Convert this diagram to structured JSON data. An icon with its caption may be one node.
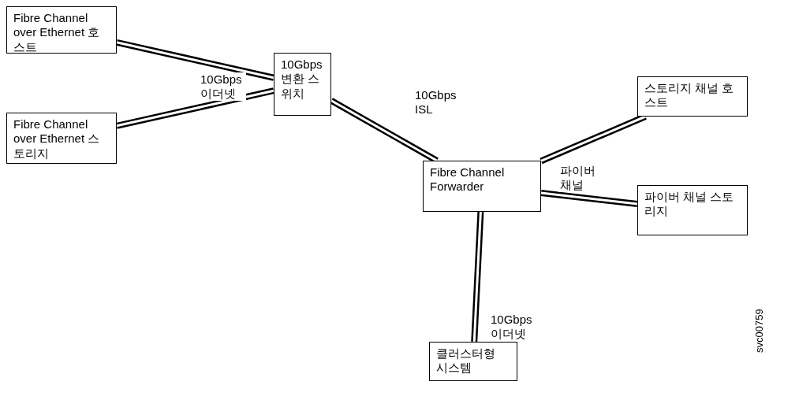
{
  "diagram": {
    "nodes": [
      {
        "text": [
          "Fibre Channel over Ethernet 호스트"
        ]
      },
      {
        "text": [
          "Fibre Channel over Ethernet 스토리지"
        ]
      },
      {
        "text": [
          "10Gbps 변환 스위치"
        ]
      },
      {
        "text": [
          "Fibre Channel Forwarder"
        ]
      },
      {
        "text": [
          "스토리지 채널 호스트"
        ]
      },
      {
        "text": [
          "파이버 채널 스토리지"
        ]
      },
      {
        "text": [
          "클러스터형 시스템"
        ]
      }
    ],
    "edges": [
      {
        "from": 0,
        "to": 2,
        "arrow": "none"
      },
      {
        "from": 1,
        "to": 2,
        "arrow": "none"
      },
      {
        "from": 2,
        "to": 3,
        "arrow": "none",
        "label": "10Gbps ISL"
      },
      {
        "from": 3,
        "to": 4,
        "arrow": "none"
      },
      {
        "from": 3,
        "to": 5,
        "arrow": "none"
      },
      {
        "from": 3,
        "to": 6,
        "arrow": "none",
        "label": "10Gbps 이더넷"
      }
    ],
    "labels": [
      "10Gbps 이더넷",
      "파이버 채널",
      "svc00759"
    ]
  }
}
